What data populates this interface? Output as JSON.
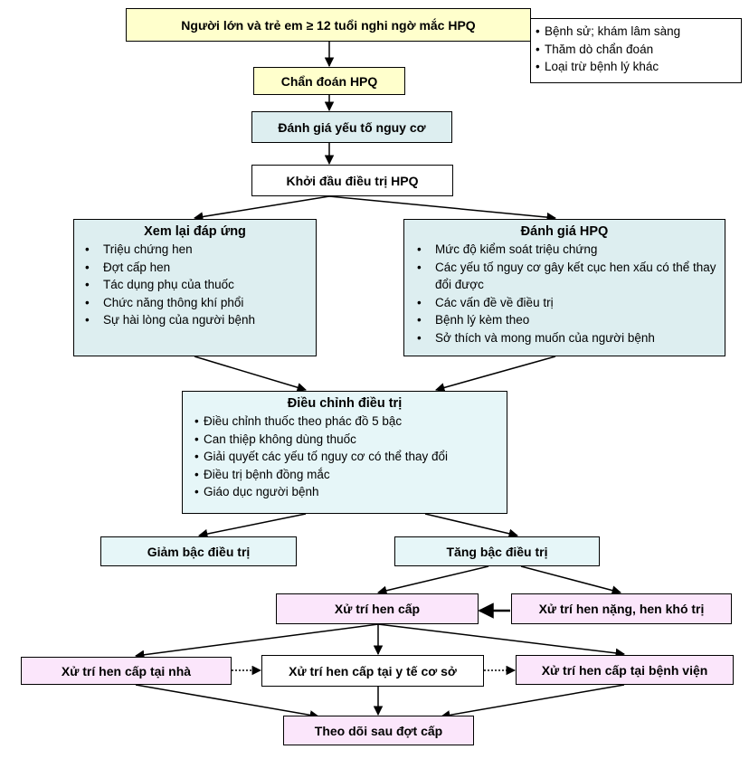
{
  "nodes": {
    "suspect": "Người lớn và trẻ em ≥ 12 tuổi nghi ngờ mắc HPQ",
    "diagnosis": "Chẩn đoán HPQ",
    "risk": "Đánh giá yếu tố nguy cơ",
    "start": "Khởi đầu điều trị HPQ",
    "step_down": "Giảm bậc điều trị",
    "step_up": "Tăng bậc điều trị",
    "acute": "Xử trí hen cấp",
    "severe": "Xử trí hen nặng, hen khó trị",
    "home": "Xử trí hen cấp tại nhà",
    "clinic": "Xử trí hen cấp tại y tế cơ sở",
    "hospital": "Xử trí hen cấp tại bệnh viện",
    "followup": "Theo dõi sau đợt cấp"
  },
  "diag_notes": [
    "Bệnh sử; khám lâm sàng",
    "Thăm dò chẩn đoán",
    "Loại trừ bệnh lý khác"
  ],
  "review": {
    "title": "Xem lại đáp ứng",
    "items": [
      "Triệu chứng hen",
      "Đợt cấp hen",
      "Tác dụng phụ của thuốc",
      "Chức năng thông khí phổi",
      "Sự hài lòng của người bệnh"
    ]
  },
  "assess": {
    "title": "Đánh giá HPQ",
    "items": [
      "Mức độ kiểm soát triệu chứng",
      "Các yếu tố nguy cơ gây kết cục hen xấu có thể thay đổi được",
      "Các vấn đề về điều trị",
      "Bệnh lý kèm theo",
      "Sở thích và mong muốn của người bệnh"
    ]
  },
  "adjust": {
    "title": "Điều chỉnh điều trị",
    "items": [
      "Điều chỉnh thuốc theo phác đồ 5 bậc",
      "Can thiệp không dùng thuốc",
      "Giải quyết các yếu tố nguy cơ có thể thay đổi",
      "Điều trị bệnh đồng mắc",
      "Giáo dục người bệnh"
    ]
  }
}
